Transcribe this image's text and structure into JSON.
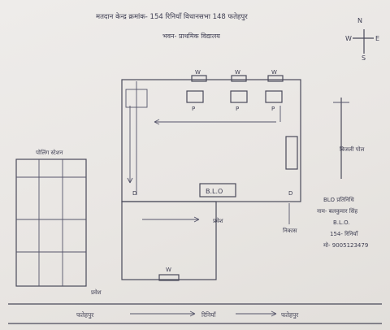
{
  "header": {
    "line1": "मतदान केन्द्र क्रमांक- 154 रिनियाँ  विधानसभा 148 फतेहपुर",
    "line2": "भवन- प्राथमिक विद्यालय"
  },
  "compass": {
    "north": "N",
    "south": "S",
    "east": "E",
    "west": "W"
  },
  "labels": {
    "window": "W",
    "polling_party": "P",
    "booth_office": "B.L.O",
    "door": "D",
    "entry": "प्रवेश",
    "exit": "निकास",
    "pole": "बिजली पोल",
    "side_table_title": "पोलिंग स्टेशन",
    "bottom_left": "प्रवेश",
    "road_from": "फतेहपुर",
    "road_mid": "रिनियाँ",
    "road_to": "फतेहपुर",
    "right_title": "BLO प्रतिनिधि",
    "right_line1": "नाम- बलकुमार सिंह",
    "right_line2": "B.L.O.",
    "right_line3": "154- रिनियाँ",
    "right_line4": "मो- 9005123479"
  },
  "colors": {
    "ink": "#4a4a5a",
    "paper": "#eeecea"
  }
}
